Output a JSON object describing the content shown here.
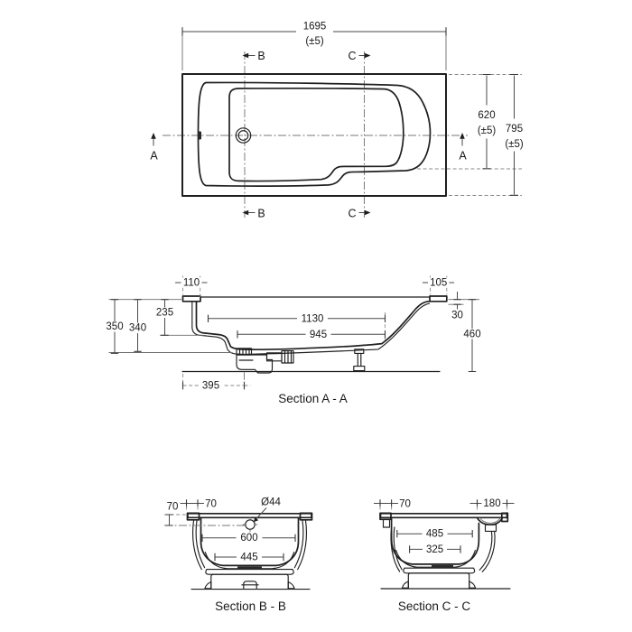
{
  "plan": {
    "dim_length": "1695",
    "dim_length_tol": "(±5)",
    "dim_inner_width": "620",
    "dim_inner_width_tol": "(±5)",
    "dim_overall_width": "795",
    "dim_overall_width_tol": "(±5)",
    "marker_a": "A",
    "marker_b": "B",
    "marker_c": "C"
  },
  "section_aa": {
    "title": "Section A - A",
    "dim_rim_left": "110",
    "dim_rim_right": "105",
    "dim_depth_outer": "350",
    "dim_depth_inner": "340",
    "dim_seat_depth": "235",
    "dim_length_upper": "1130",
    "dim_length_lower": "945",
    "dim_lip": "30",
    "dim_height": "460",
    "dim_waste_offset": "395"
  },
  "section_bb": {
    "title": "Section B - B",
    "dim_waste_depth": "70",
    "dim_rim_width": "70",
    "dim_waste_dia": "Ø44",
    "dim_width_top": "600",
    "dim_width_bottom": "445"
  },
  "section_cc": {
    "title": "Section C - C",
    "dim_rim_width": "70",
    "dim_ledge_width": "180",
    "dim_width_top": "485",
    "dim_width_bottom": "325"
  }
}
